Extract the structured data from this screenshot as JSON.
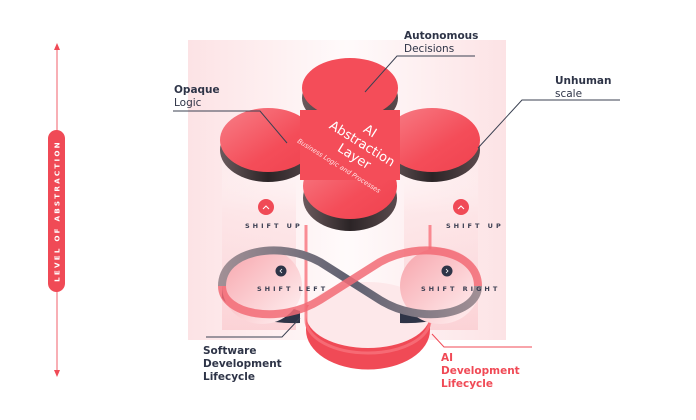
{
  "axis": {
    "label": "LEVEL OF ABSTRACTION",
    "color": "#f04a56"
  },
  "center": {
    "title_line1": "AI",
    "title_line2": "Abstraction",
    "title_line3": "Layer",
    "subtitle": "Business Logic and Processes"
  },
  "callouts": {
    "top": {
      "bold": "Autonomous",
      "regular": "Decisions"
    },
    "left": {
      "bold": "Opaque",
      "regular": "Logic"
    },
    "right": {
      "bold": "Unhuman",
      "regular": "scale"
    },
    "software": {
      "line1": "Software",
      "line2": "Development",
      "line3": "Lifecycle"
    },
    "ai": {
      "line1": "AI",
      "line2": "Development",
      "line3": "Lifecycle"
    }
  },
  "shifts": {
    "up_left": "SHIFT UP",
    "up_right": "SHIFT UP",
    "left": "SHIFT LEFT",
    "right": "SHIFT RIGHT"
  },
  "icons": {
    "up": "chevron-up",
    "left": "chevron-left",
    "right": "chevron-right"
  },
  "colors": {
    "accent": "#f04a56",
    "dark": "#2e3447",
    "petal_side": "#3a3235"
  }
}
